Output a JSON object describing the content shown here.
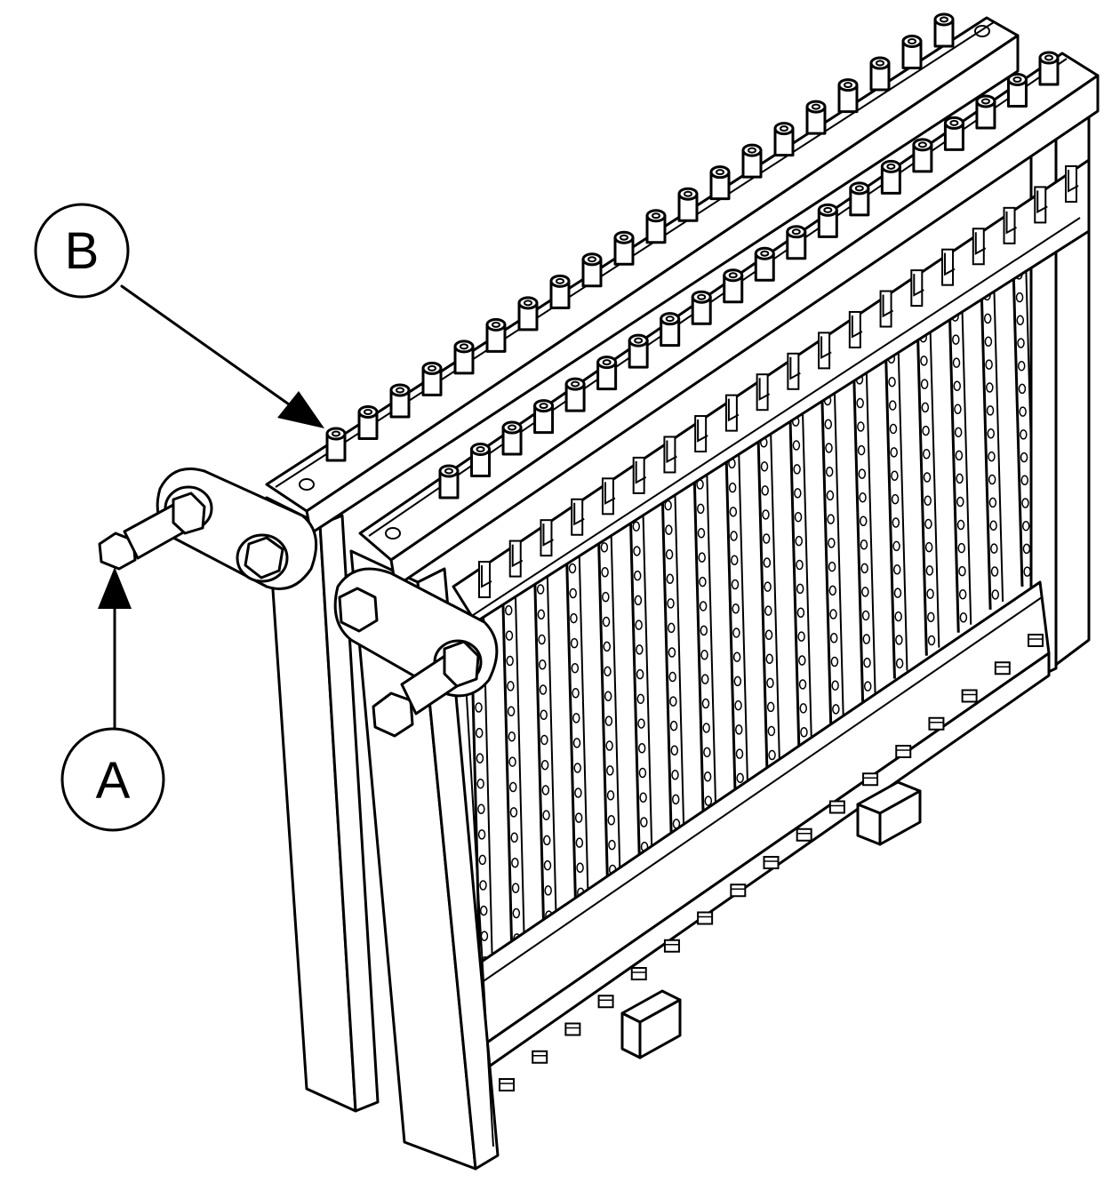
{
  "callouts": {
    "a": {
      "label": "A"
    },
    "b": {
      "label": "B"
    }
  },
  "colors": {
    "ink": "#000000",
    "paper": "#ffffff"
  },
  "features": {
    "top_bar_pins": 20,
    "second_bar_pins": 20,
    "wire_rows": 18,
    "bottom_nubs": 17
  }
}
